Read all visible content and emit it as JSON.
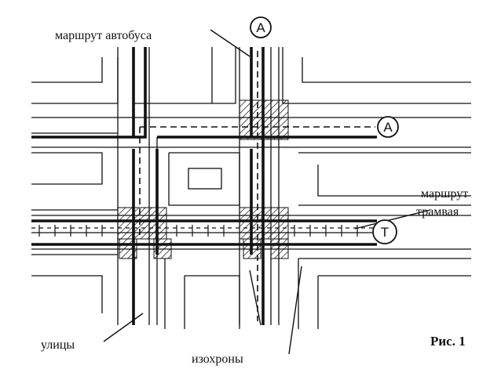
{
  "labels": {
    "bus_route": "маршрут автобуса",
    "tram_route_line1": "маршрут",
    "tram_route_line2": "трамвая",
    "streets": "улицы",
    "isochrones": "изохроны",
    "figure": "Рис. 1"
  },
  "markers": {
    "bus_top": "А",
    "bus_right": "А",
    "tram": "Т"
  },
  "colors": {
    "ink": "#111111",
    "paper": "#ffffff"
  }
}
